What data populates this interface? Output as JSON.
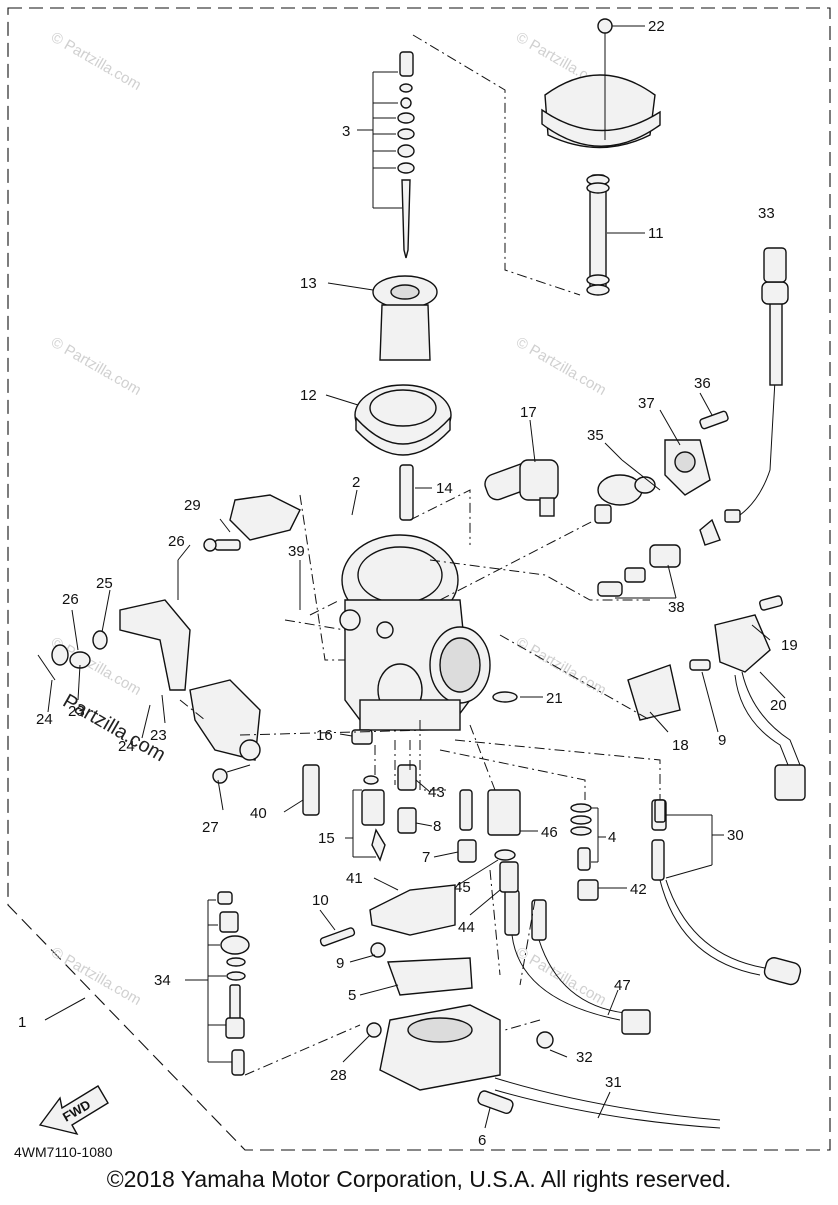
{
  "diagram": {
    "part_labels": [
      "1",
      "2",
      "3",
      "4",
      "5",
      "6",
      "7",
      "8",
      "9",
      "9",
      "10",
      "11",
      "12",
      "13",
      "14",
      "15",
      "16",
      "17",
      "18",
      "19",
      "20",
      "21",
      "22",
      "23",
      "23",
      "24",
      "24",
      "25",
      "26",
      "26",
      "27",
      "28",
      "29",
      "30",
      "31",
      "32",
      "33",
      "34",
      "35",
      "36",
      "37",
      "38",
      "39",
      "40",
      "41",
      "42",
      "43",
      "44",
      "45",
      "46",
      "47"
    ],
    "fwd_label": "FWD",
    "diagram_code": "4WM7110-1080",
    "watermark": "© Partzilla.com",
    "site_text": "Partzilla.com",
    "copyright": "©2018  Yamaha Motor Corporation, U.S.A. All rights reserved."
  }
}
